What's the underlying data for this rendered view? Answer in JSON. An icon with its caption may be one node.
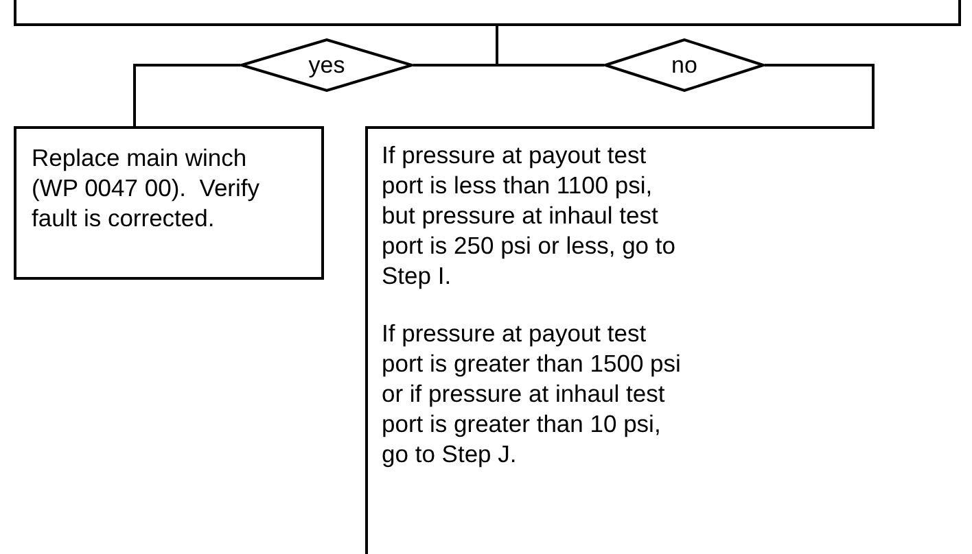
{
  "diagram": {
    "nodes": [
      {
        "text": [],
        "shape": "box"
      },
      {
        "text": [
          "yes"
        ]
      },
      {
        "text": [
          "no"
        ]
      },
      {
        "text": [
          "Replace main winch (WP 0047 00).  Verify fault is corrected."
        ]
      },
      {
        "text": [
          "If pressure at payout test port is less than 1100 psi, but pressure at inhaul test port is 250 psi or less, go to Step I.",
          "If pressure at payout test port is greater than 1500 psi or if pressure at inhaul test port is greater than 10 psi, go to Step J."
        ]
      }
    ],
    "edges": [
      {
        "from": 0,
        "to": 1,
        "arrow": "none"
      },
      {
        "from": 0,
        "to": 2,
        "arrow": "none"
      },
      {
        "from": 1,
        "to": 3,
        "arrow": "none"
      },
      {
        "from": 2,
        "to": 4,
        "arrow": "none"
      }
    ]
  }
}
